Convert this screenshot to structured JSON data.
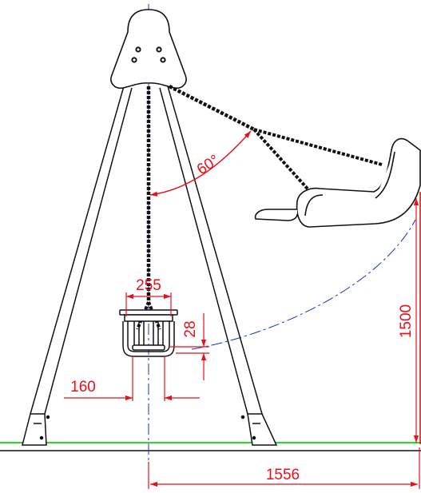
{
  "drawing": {
    "colors": {
      "outline": "#111111",
      "dimension": "#e8101a",
      "centerline": "#1a2ccf",
      "ground": "#22dd22"
    },
    "dimensions": {
      "swing_angle": "60°",
      "seat_width": "255",
      "seat_offset": "28",
      "seat_depth": "160",
      "swing_height": "1500",
      "swing_reach": "1556"
    }
  }
}
